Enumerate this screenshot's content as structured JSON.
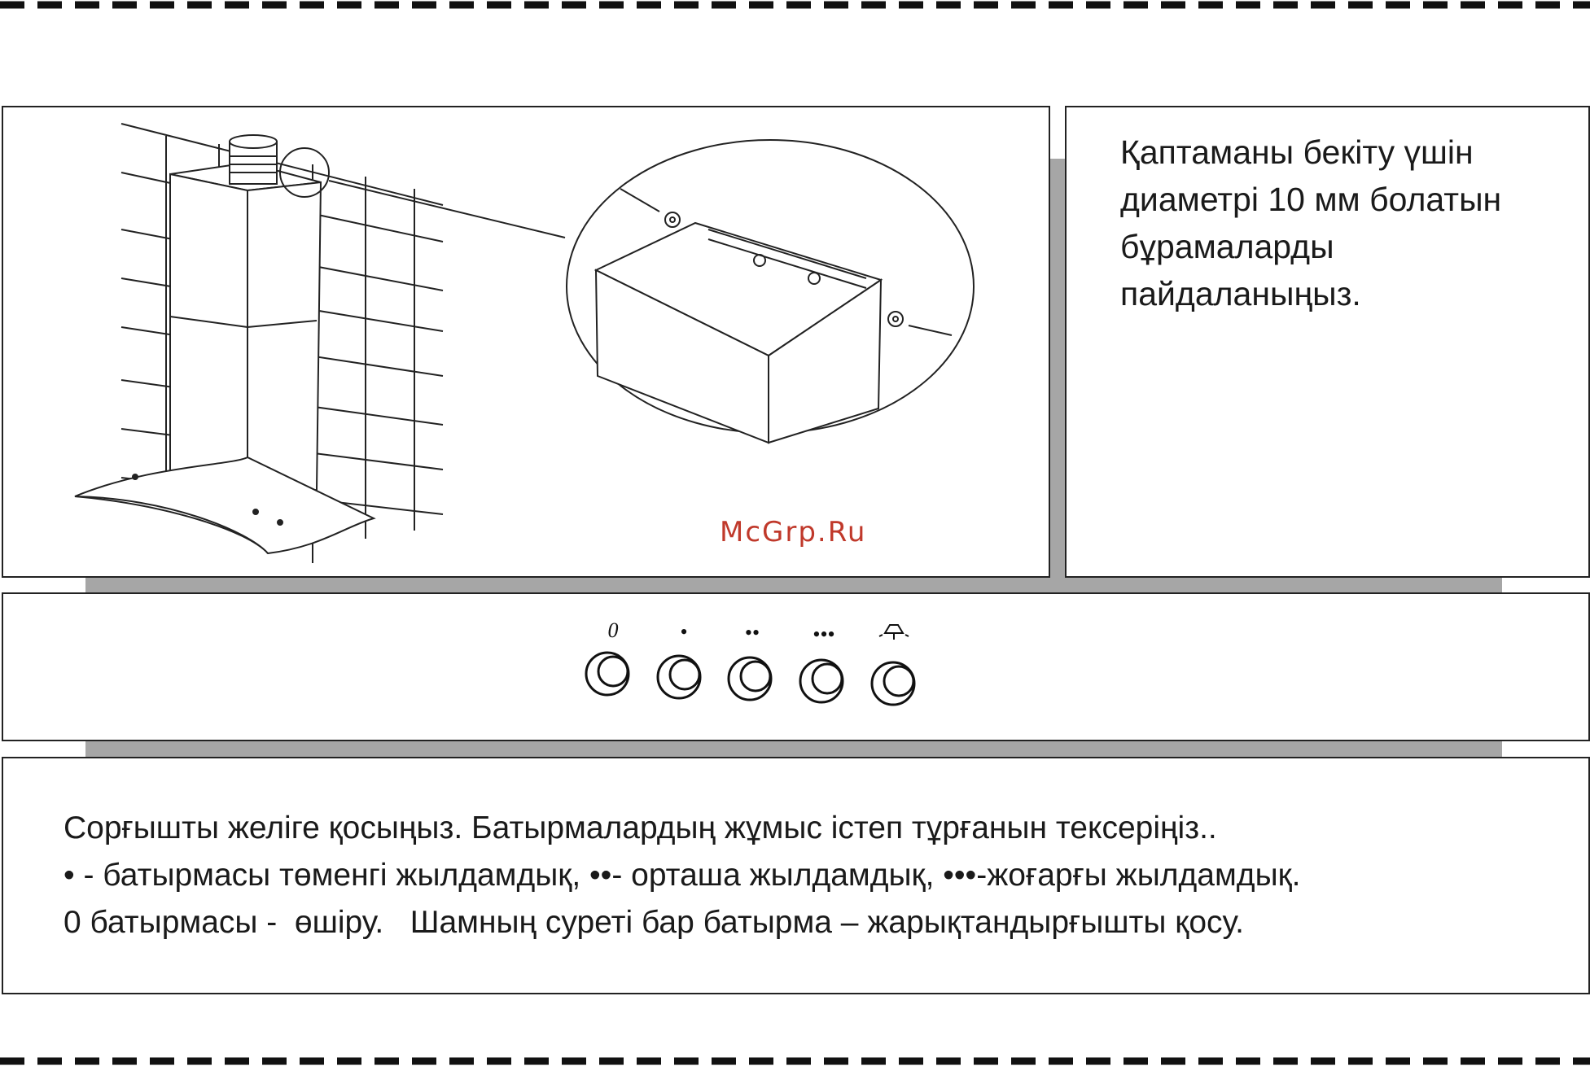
{
  "note": {
    "text": "Қаптаманы бекіту үшін\nдиаметрі 10 мм болатын\nбұрамаларды\nпайдаланыңыз."
  },
  "watermark": "McGrp.Ru",
  "controls": {
    "buttons": [
      {
        "label": "0",
        "meaning": "off"
      },
      {
        "label": "•",
        "meaning": "low-speed"
      },
      {
        "label": "••",
        "meaning": "medium-speed"
      },
      {
        "label": "•••",
        "meaning": "high-speed"
      },
      {
        "label": "lamp-icon",
        "meaning": "light"
      }
    ]
  },
  "instructions": {
    "line1": "Сорғышты желіге қосыңыз. Батырмалардың жұмыс істеп тұрғанын тексеріңіз..",
    "line2": "• - батырмасы төменгі жылдамдық, ••- орташа жылдамдық, •••-жоғарғы жылдамдық.",
    "line3": "0 батырмасы -  өшіру.   Шамның суреті бар батырма – жарықтандырғышты қосу."
  },
  "colors": {
    "shadow": "#a6a6a6",
    "border": "#222222",
    "watermark": "#c0392b"
  }
}
